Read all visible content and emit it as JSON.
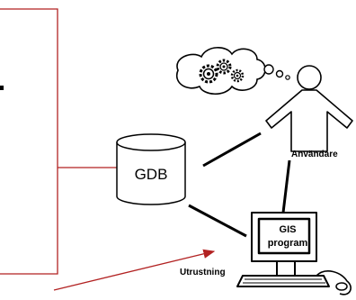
{
  "diagram": {
    "gdb_label": "GDB",
    "user_label": "Användare",
    "gis_line1": "GIS",
    "gis_line2": "program",
    "equipment_label": "Utrustning",
    "bracket_color": "#b22222",
    "arrow_color": "#b22222",
    "line_color": "#000000"
  }
}
